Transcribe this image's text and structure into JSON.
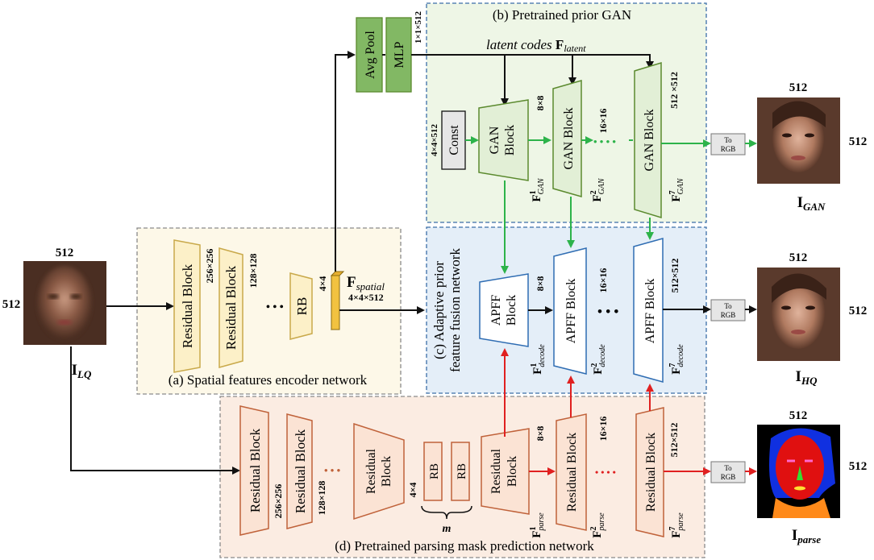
{
  "panels": {
    "gan": "(b) Pretrained prior GAN",
    "encoder": "(a) Spatial features encoder network",
    "fusion_line1": "(c) Adaptive prior",
    "fusion_line2": "feature fusion network",
    "parsing": "(d) Pretrained parsing mask prediction network"
  },
  "latent": {
    "text": "latent codes ",
    "symbol": "F",
    "sub": "latent"
  },
  "encoder": {
    "rb1": "Residual Block",
    "rb1_size": "256×256",
    "rb2": "Residual Block",
    "rb2_size": "128×128",
    "dots": "• • •",
    "rb3": "RB",
    "rb3_size": "4×4",
    "avgpool": "Avg Pool",
    "mlp": "MLP",
    "mlp_size": "1×1×512",
    "fspatial_symbol": "F",
    "fspatial_sub": "spatial",
    "fspatial_size": "4×4×512"
  },
  "gan": {
    "const": "Const",
    "const_size": "4×4×512",
    "block1_l1": "GAN",
    "block1_l2": "Block",
    "block1_size": "8×8",
    "block2": "GAN Block",
    "block2_size": "16×16",
    "dots": "• • • •",
    "block3": "GAN Block",
    "block3_size": "512 ×512",
    "f1": "F",
    "f1_sup": "1",
    "f1_sub": "GAN",
    "f2": "F",
    "f2_sup": "2",
    "f2_sub": "GAN",
    "f3": "F",
    "f3_sup": "7",
    "f3_sub": "GAN",
    "torgb_l1": "To",
    "torgb_l2": "RGB",
    "out_label": "I",
    "out_sub": "GAN",
    "out_w": "512",
    "out_h": "512"
  },
  "fusion": {
    "block1_l1": "APFF",
    "block1_l2": "Block",
    "block1_size": "8×8",
    "block2": "APFF Block",
    "block2_size": "16×16",
    "dots": "• • •",
    "block3": "APFF Block",
    "block3_size": "512×512",
    "f1": "F",
    "f1_sup": "1",
    "f1_sub": "decode",
    "f2": "F",
    "f2_sup": "2",
    "f2_sub": "decode",
    "f3": "F",
    "f3_sup": "7",
    "f3_sub": "decode",
    "torgb_l1": "To",
    "torgb_l2": "RGB",
    "out_label": "I",
    "out_sub": "HQ",
    "out_w": "512",
    "out_h": "512"
  },
  "input": {
    "label": "I",
    "sub": "LQ",
    "w": "512",
    "h": "512"
  },
  "parsing": {
    "rb1": "Residual Block",
    "rb1_size": "256×256",
    "rb2": "Residual Block",
    "rb2_size": "128×128",
    "dots1": "• • •",
    "rb3_l1": "Residual",
    "rb3_l2": "Block",
    "rb3_size": "4×4",
    "rbm1": "RB",
    "rbm2": "RB",
    "m": "m",
    "rb4_l1": "Residual",
    "rb4_l2": "Block",
    "rb4_size": "8×8",
    "rb5": "Residual Block",
    "rb5_size": "16×16",
    "dots2": "• • • •",
    "rb6": "Residual Block",
    "rb6_size": "512×512",
    "f1": "F",
    "f1_sup": "1",
    "f1_sub": "parse",
    "f2": "F",
    "f2_sup": "2",
    "f2_sub": "parse",
    "f3": "F",
    "f3_sup": "7",
    "f3_sub": "parse",
    "torgb_l1": "To",
    "torgb_l2": "RGB",
    "out_label": "I",
    "out_sub": "parse",
    "out_w": "512",
    "out_h": "512"
  },
  "colors": {
    "gan_panel": "#eef6e6",
    "encoder_panel": "#fdf8e8",
    "fusion_panel": "#e4eef8",
    "parsing_panel": "#fbece2",
    "gan_stroke": "#5b8a2e",
    "encoder_stroke": "#c9a94a",
    "fusion_stroke": "#2f6db3",
    "parsing_stroke": "#c0623a",
    "arrow_black": "#111111",
    "arrow_green": "#2db34a",
    "arrow_red": "#e02020",
    "mlp_fill": "#82b864"
  }
}
